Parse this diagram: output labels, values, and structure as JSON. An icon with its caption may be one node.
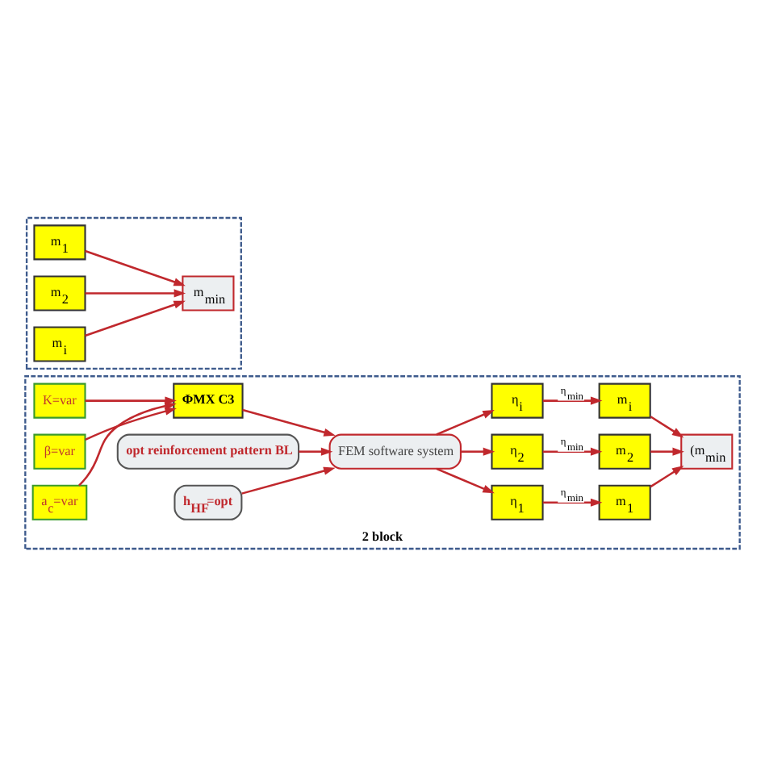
{
  "diagram": {
    "nodes": [
      {
        "text": [
          "2 block"
        ]
      },
      {
        "text": [
          "K=var"
        ],
        "in": 0
      },
      {
        "text": [
          "β=var"
        ],
        "in": 0
      },
      {
        "text": [
          "a$_{c}$=var"
        ],
        "in": 0
      },
      {
        "text": [
          "ΦMX C3"
        ],
        "in": 0
      },
      {
        "text": [
          "FEM software system"
        ],
        "in": 0
      },
      {
        "text": [
          "opt reinforcement pattern BL"
        ],
        "in": 0
      },
      {
        "text": [
          "h$_{HF}$=opt"
        ],
        "in": 0
      },
      {
        "text": [
          "η$_{1}$"
        ],
        "in": 0
      },
      {
        "text": [
          "η$_{2}$"
        ],
        "in": 0
      },
      {
        "text": [
          "η$_{i}$"
        ],
        "in": 0
      },
      {
        "text": [
          "m$_{1}$"
        ],
        "in": 0
      },
      {
        "text": [
          "m$_{2}$"
        ],
        "in": 0
      },
      {
        "text": [
          "m$_{i}$"
        ],
        "in": 0
      },
      {
        "text": [
          "(m$_{min}$"
        ],
        "in": 0
      },
      {
        "text": [],
        "shape": "box"
      },
      {
        "text": [
          "m$_{min}$"
        ],
        "in": 15
      },
      {
        "text": [
          "m$_{1}$"
        ],
        "in": 15
      },
      {
        "text": [
          "m$_{2}$"
        ],
        "in": 15
      },
      {
        "text": [
          "m$_{i}$"
        ],
        "in": 15
      }
    ],
    "edges": [
      {
        "from": 1,
        "to": 4,
        "arrow": "to"
      },
      {
        "from": 2,
        "to": 4,
        "arrow": "to"
      },
      {
        "from": 3,
        "to": 4,
        "arrow": "to"
      },
      {
        "from": 4,
        "to": 5,
        "arrow": "to"
      },
      {
        "from": 6,
        "to": 5,
        "arrow": "to"
      },
      {
        "from": 7,
        "to": 5,
        "arrow": "to"
      },
      {
        "from": 5,
        "to": 8,
        "arrow": "to"
      },
      {
        "from": 5,
        "to": 9,
        "arrow": "to"
      },
      {
        "from": 5,
        "to": 10,
        "arrow": "to"
      },
      {
        "from": 8,
        "to": 11,
        "arrow": "to",
        "label": "η$_{min}$"
      },
      {
        "from": 9,
        "to": 12,
        "arrow": "to",
        "label": "η$_{min}$"
      },
      {
        "from": 10,
        "to": 13,
        "arrow": "to",
        "label": "η$_{min}$"
      },
      {
        "from": 11,
        "to": 14,
        "arrow": "to"
      },
      {
        "from": 12,
        "to": 14,
        "arrow": "to"
      },
      {
        "from": 13,
        "to": 14,
        "arrow": "to"
      },
      {
        "from": 17,
        "to": 16,
        "arrow": "to"
      },
      {
        "from": 18,
        "to": 16,
        "arrow": "to"
      },
      {
        "from": 19,
        "to": 16,
        "arrow": "to"
      }
    ]
  }
}
